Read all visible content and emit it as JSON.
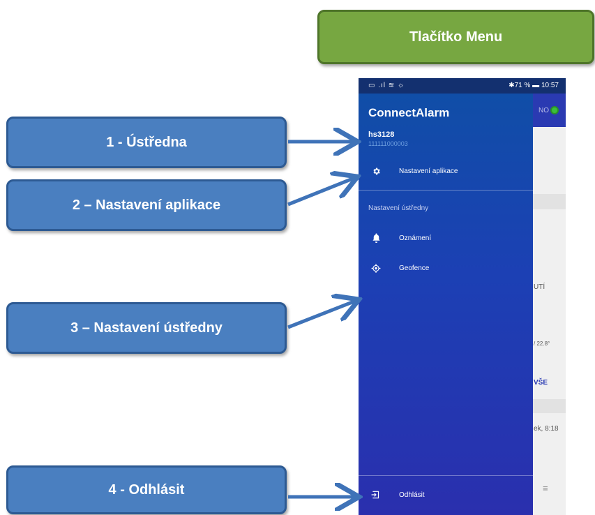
{
  "callouts": {
    "menu": "Tlačítko Menu",
    "panel": "1 - Ústředna",
    "app_settings": "2 – Nastavení aplikace",
    "panel_settings": "3 – Nastavení ústředny",
    "logout": "4 - Odhlásit"
  },
  "status_bar": {
    "left": "▭ .ıl ≋ ☼",
    "right": "✱71 % ▬ 10:57"
  },
  "drawer": {
    "app_title": "ConnectAlarm",
    "panel_name": "hs3128",
    "panel_id": "111111000003",
    "app_settings_label": "Nastavení aplikace",
    "section_label": "Nastavení ústředny",
    "notifications_label": "Oznámení",
    "geofence_label": "Geofence",
    "logout_label": "Odhlásit"
  },
  "background_app": {
    "header_text": "NO",
    "text_uti": "UTÍ",
    "text_temp": "/ 22.8°",
    "text_vse": "VŠE",
    "text_time": "ek, 8:18",
    "menu_icon": "≡"
  },
  "colors": {
    "callout_blue": "#4a7fc0",
    "callout_green": "#77a741",
    "drawer_top": "#0f4fa6",
    "drawer_bottom": "#2a2fae",
    "arrow": "#3f73b8"
  }
}
